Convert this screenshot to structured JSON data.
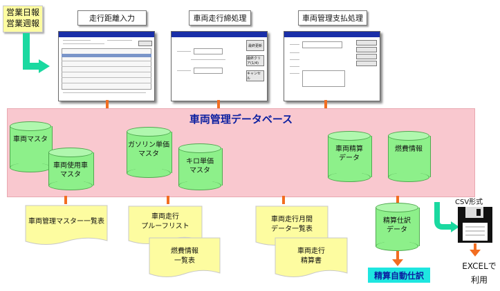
{
  "header_box": {
    "line1": "営業日報",
    "line2": "営業週報"
  },
  "screens": [
    {
      "label": "走行距離入力"
    },
    {
      "label": "車両走行締処理",
      "buttons": [
        "最終更新",
        "最終クリア(1/4)",
        "キャンセル"
      ]
    },
    {
      "label": "車両管理支払処理"
    }
  ],
  "database": {
    "title": "車両管理データベース"
  },
  "cylinders": [
    {
      "label": "車両マスタ"
    },
    {
      "label": "車両使用車\nマスタ"
    },
    {
      "label": "ガソリン単価\nマスタ"
    },
    {
      "label": "キロ単価\nマスタ"
    },
    {
      "label": "車両精算\nデータ"
    },
    {
      "label": "燃費情報"
    },
    {
      "label": "精算仕訳\nデータ"
    }
  ],
  "reports": [
    {
      "label": "車両管理マスター一覧表"
    },
    {
      "label": "車両走行\nプルーフリスト"
    },
    {
      "label": "燃費情報\n一覧表"
    },
    {
      "label": "車両走行月間\nデータ一覧表"
    },
    {
      "label": "車両走行\n精算書"
    }
  ],
  "auto_journal": {
    "label": "精算自動仕訳"
  },
  "csv": {
    "format_label": "CSV形式",
    "excel_line1": "EXCELで",
    "excel_line2": "利用"
  },
  "colors": {
    "band": "#f9c8cf",
    "cylinder": "#8df08a",
    "document": "#fdfca0",
    "connector": "#f26d21",
    "arrow": "#1ad9a0",
    "title": "#0b1fa0"
  }
}
